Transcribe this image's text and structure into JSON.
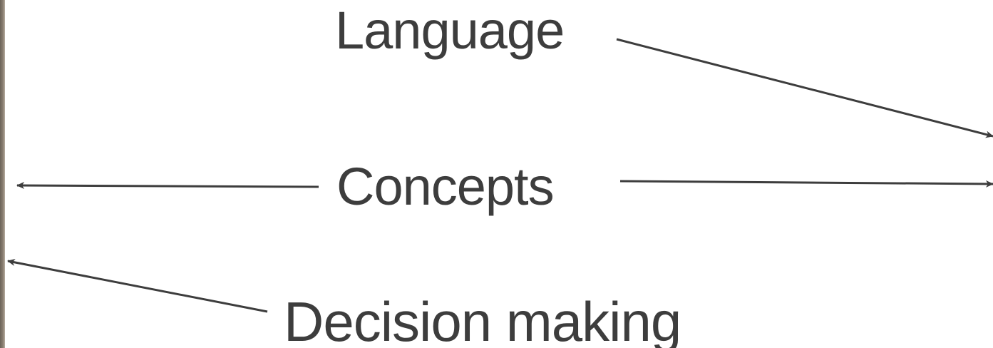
{
  "diagram": {
    "nodes": [
      {
        "id": "language",
        "label": "Language"
      },
      {
        "id": "concepts",
        "label": "Concepts"
      },
      {
        "id": "decision",
        "label": "Decision making"
      }
    ],
    "arrows": [
      {
        "from": "language",
        "direction": "right"
      },
      {
        "from": "concepts",
        "direction": "left"
      },
      {
        "from": "concepts",
        "direction": "right"
      },
      {
        "from": "decision",
        "direction": "left"
      }
    ],
    "colors": {
      "text": "#3d3d3d",
      "arrow": "#3d3d3d",
      "background": "#ffffff",
      "edge_strip": "#7a7064"
    }
  }
}
